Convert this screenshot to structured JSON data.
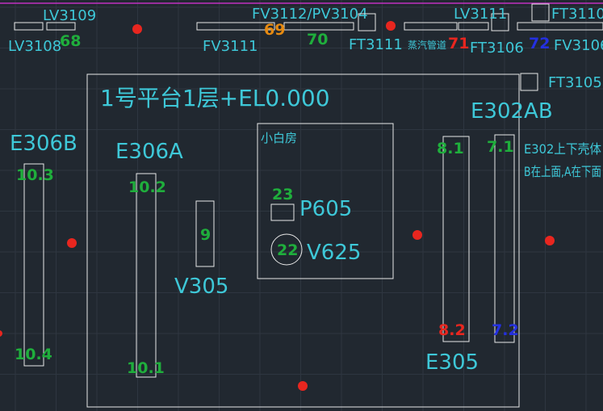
{
  "colors": {
    "background": "#212830",
    "grid": "#2e3640",
    "line": "#e8e8e8",
    "cyan": "#3ec8d8",
    "green": "#1fae3c",
    "orange": "#e58a12",
    "red": "#e8261f",
    "blue": "#2430e0",
    "magenta": "#c030c0"
  },
  "top_labels": {
    "lv3109": "LV3109",
    "lv3108": "LV3108",
    "n68": "68",
    "fv3112": "FV3112/PV3104",
    "n69": "69",
    "fv3111": "FV3111",
    "n70": "70",
    "ft3111": "FT3111",
    "valve_note": "蒸汽管道",
    "n71": "71",
    "lv3111": "LV3111",
    "ft3106": "FT3106",
    "n72": "72",
    "fv3106": "FV3106",
    "ft3110": "FT3110",
    "ft3105": "FT3105"
  },
  "platform": {
    "title": "1号平台1层+EL0.000"
  },
  "small_room": {
    "title": "小白房",
    "p605_label": "P605",
    "p605_num": "23",
    "v625_label": "V625",
    "v625_num": "22"
  },
  "equipment": {
    "e306b": "E306B",
    "e306b_top": "10.3",
    "e306b_bottom": "10.4",
    "e306a": "E306A",
    "e306a_top": "10.2",
    "e306a_bottom": "10.1",
    "v305": "V305",
    "v305_num": "9",
    "e302ab": "E302AB",
    "e302_left_top": "8.1",
    "e302_left_bottom": "8.2",
    "e302_right_top": "7.1",
    "e302_right_bottom": "7.2",
    "e302_note_1": "E302上下壳体",
    "e302_note_2": "B在上面,A在下面",
    "e305": "E305"
  }
}
